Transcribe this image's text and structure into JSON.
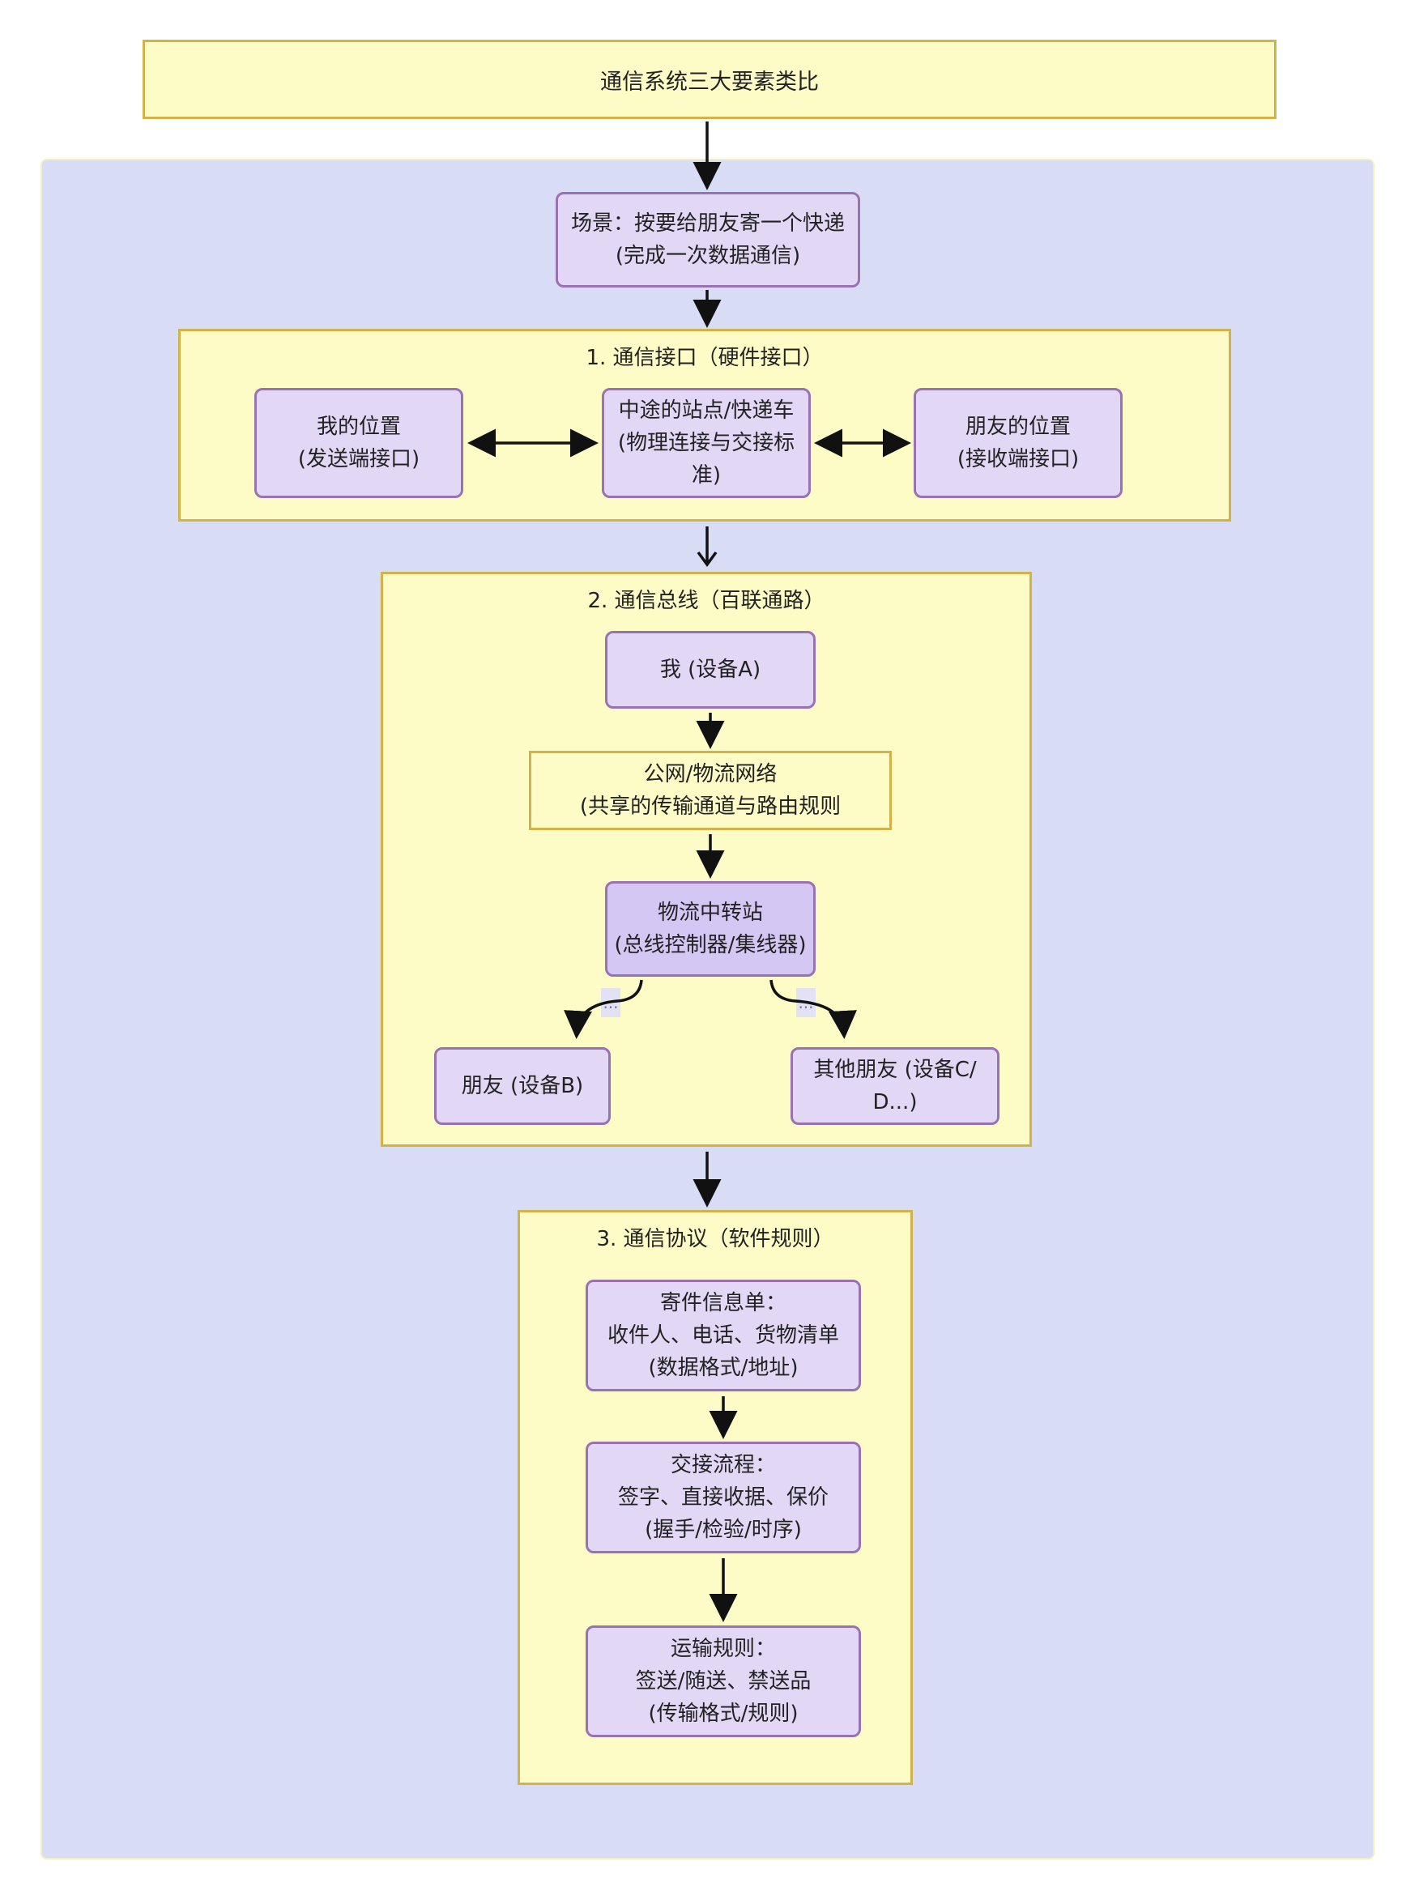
{
  "title": "通信系统三大要素类比",
  "scene": "场景：按要给朋友寄一个快递\n(完成一次数据通信)",
  "section1": {
    "title": "1. 通信接口（硬件接口）",
    "left": "我的位置\n(发送端接口)",
    "middle": "中途的站点/快递车\n(物理连接与交接标\n准)",
    "right": "朋友的位置\n(接收端接口)"
  },
  "section2": {
    "title": "2. 通信总线（百联通路）",
    "device_a": "我 (设备A)",
    "network": "公网/物流网络\n(共享的传输通道与路由规则",
    "hub": "物流中转站\n(总线控制器/集线器)",
    "ellipsis_left": "...",
    "ellipsis_right": "...",
    "device_b": "朋友 (设备B)",
    "device_cd": "其他朋友 (设备C/\nD...)"
  },
  "section3": {
    "title": "3. 通信协议（软件规则）",
    "step1": "寄件信息单：\n收件人、电话、货物清单\n(数据格式/地址)",
    "step2": "交接流程：\n签字、直接收据、保价\n(握手/检验/时序)",
    "step3": "运输规则：\n签送/随送、禁送品\n(传输格式/规则)"
  },
  "colors": {
    "outer_bg": "#d8dcf4",
    "section_bg": "#fdfbc6",
    "section_border": "#d4b24a",
    "node_bg": "#e2d8f6",
    "node_border": "#9a72b4",
    "arrow": "#111111"
  }
}
